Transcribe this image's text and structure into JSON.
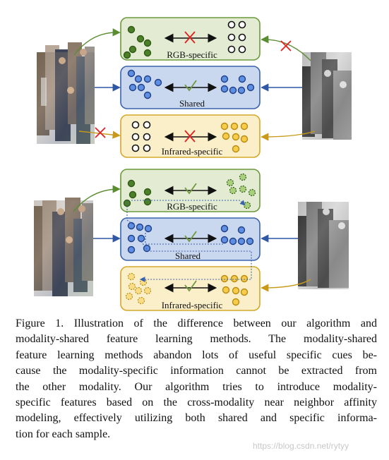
{
  "panels": {
    "top": {
      "rgb_label": "RGB-specific",
      "shared_label": "Shared",
      "infrared_label": "Infrared-specific"
    },
    "bottom": {
      "rgb_label": "RGB-specific",
      "shared_label": "Shared",
      "infrared_label": "Infrared-specific"
    }
  },
  "colors": {
    "rgb_fill": "#e3ecd3",
    "rgb_border": "#6a9a3c",
    "rgb_dot": "#4d7f2a",
    "shared_fill": "#c9d7ef",
    "shared_border": "#3b63ad",
    "shared_dot": "#3a67c2",
    "infrared_fill": "#fbefc9",
    "infrared_border": "#d5a82b",
    "infrared_dot": "#d2a11c",
    "cross": "#e02020",
    "check": "#6d9a3a"
  },
  "caption": {
    "lines": [
      "Figure 1. Illustration of the difference between our algorithm and",
      "modality-shared feature learning methods.  The modality-shared",
      "feature learning methods abandon lots of useful specific cues be-",
      "cause the modality-specific information cannot be extracted from",
      "the other modality.  Our algorithm tries to introduce modality-",
      "specific features based on the cross-modality near neighbor affinity",
      "modeling, effectively utilizing both shared and specific informa-",
      "tion for each sample."
    ]
  },
  "watermark": "https://blog.csdn.net/rytyy"
}
